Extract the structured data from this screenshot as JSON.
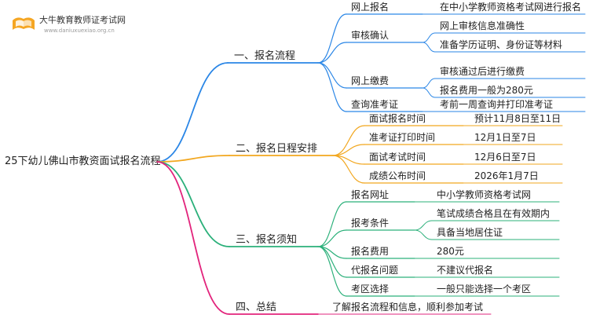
{
  "logo": {
    "title": "大牛教育教师证考试网",
    "url": "www.daniuxuexiao.org.cn"
  },
  "root": "25下幼儿佛山市教资面试报名流程",
  "colors": {
    "blue": "#2a86e6",
    "orange": "#f2a71f",
    "green": "#2bb07a",
    "magenta": "#e2247c"
  },
  "branches": [
    {
      "label": "一、报名流程",
      "color": "blue",
      "children": [
        {
          "label": "网上报名",
          "leaves": [
            "在中小学教师资格考试网进行报名"
          ]
        },
        {
          "label": "审核确认",
          "leaves": [
            "网上审核信息准确性",
            "准备学历证明、身份证等材料"
          ]
        },
        {
          "label": "网上缴费",
          "leaves": [
            "审核通过后进行缴费",
            "报名费用一般为280元"
          ]
        },
        {
          "label": "查询准考证",
          "leaves": [
            "考前一周查询并打印准考证"
          ]
        }
      ]
    },
    {
      "label": "二、报名日程安排",
      "color": "orange",
      "children": [
        {
          "label": "面试报名时间",
          "leaves": [
            "预计11月8日至11日"
          ]
        },
        {
          "label": "准考证打印时间",
          "leaves": [
            "12月1日至7日"
          ]
        },
        {
          "label": "面试考试时间",
          "leaves": [
            "12月6日至7日"
          ]
        },
        {
          "label": "成绩公布时间",
          "leaves": [
            "2026年1月7日"
          ]
        }
      ]
    },
    {
      "label": "三、报名须知",
      "color": "green",
      "children": [
        {
          "label": "报名网址",
          "leaves": [
            "中小学教师资格考试网"
          ]
        },
        {
          "label": "报考条件",
          "leaves": [
            "笔试成绩合格且在有效期内",
            "具备当地居住证"
          ]
        },
        {
          "label": "报名费用",
          "leaves": [
            "280元"
          ]
        },
        {
          "label": "代报名问题",
          "leaves": [
            "不建议代报名"
          ]
        },
        {
          "label": "考区选择",
          "leaves": [
            "一般只能选择一个考区"
          ]
        }
      ]
    },
    {
      "label": "四、总结",
      "color": "magenta",
      "children": [],
      "leaves": [
        "了解报名流程和信息，顺利参加考试"
      ]
    }
  ]
}
